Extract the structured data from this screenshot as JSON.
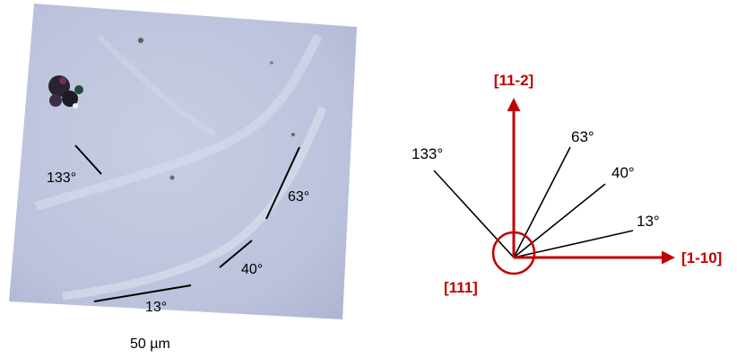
{
  "micrograph": {
    "angle_labels": [
      "133°",
      "63°",
      "40°",
      "13°"
    ],
    "scale_bar_label": "50 µm"
  },
  "orientation_diagram": {
    "direction_up": "[11-2]",
    "direction_right": "[1-10]",
    "direction_normal": "[111]",
    "angle_labels": [
      "133°",
      "63°",
      "40°",
      "13°"
    ]
  },
  "colors": {
    "arrow": "#c00000",
    "line": "#000000",
    "micrograph_bg": "#bfc5dd"
  }
}
